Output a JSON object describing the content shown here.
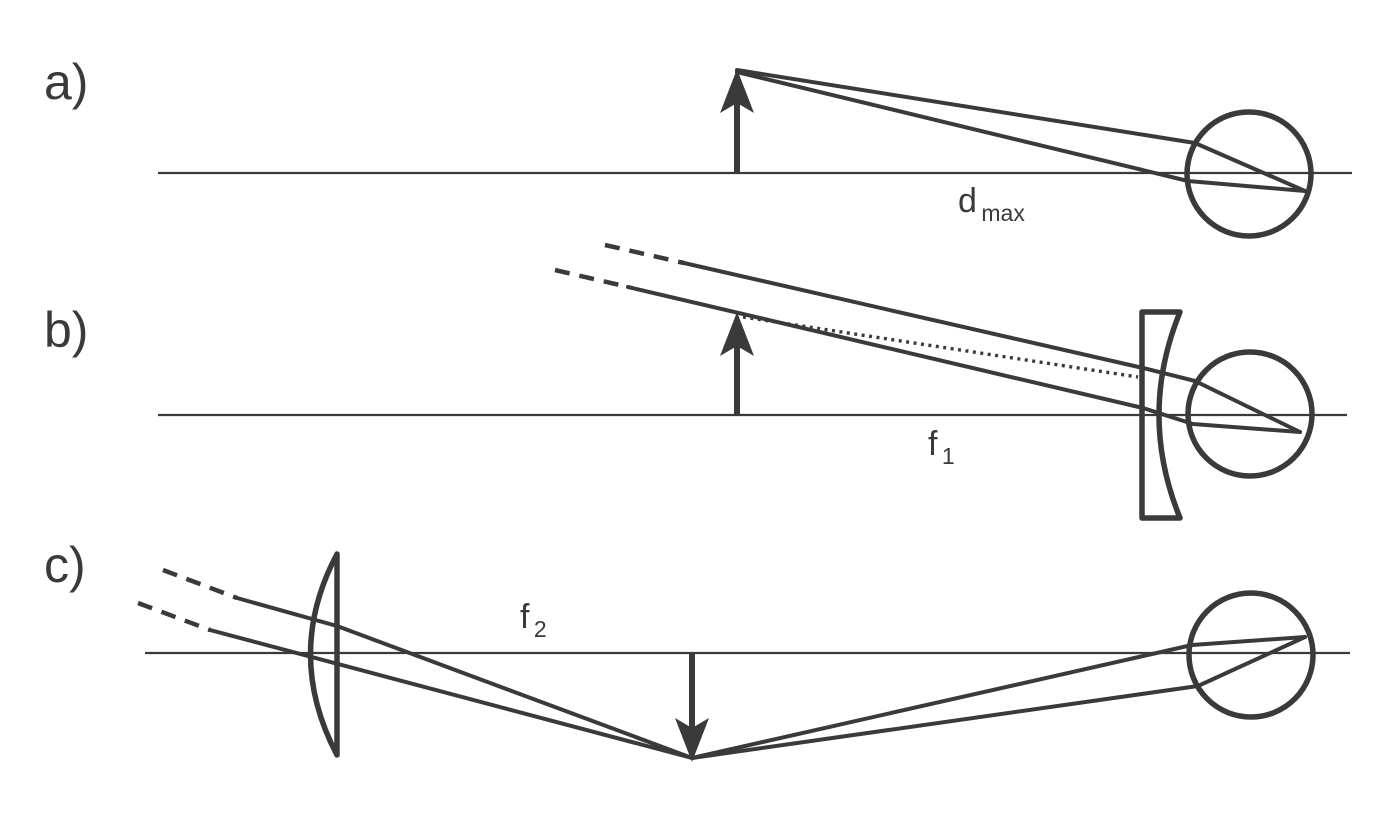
{
  "figure": {
    "type": "optics-ray-diagram",
    "description": "Three-panel ray diagram of myopic eye vision and correction with lenses",
    "colors": {
      "ink": "#3a3a3a",
      "background": "#ffffff"
    }
  },
  "labels": {
    "panel_a": "a)",
    "panel_b": "b)",
    "panel_c": "c)",
    "distance_label": {
      "base": "d",
      "sub": "max"
    },
    "focal_label_1": {
      "base": "f",
      "sub": "1"
    },
    "focal_label_2": {
      "base": "f",
      "sub": "2"
    }
  }
}
